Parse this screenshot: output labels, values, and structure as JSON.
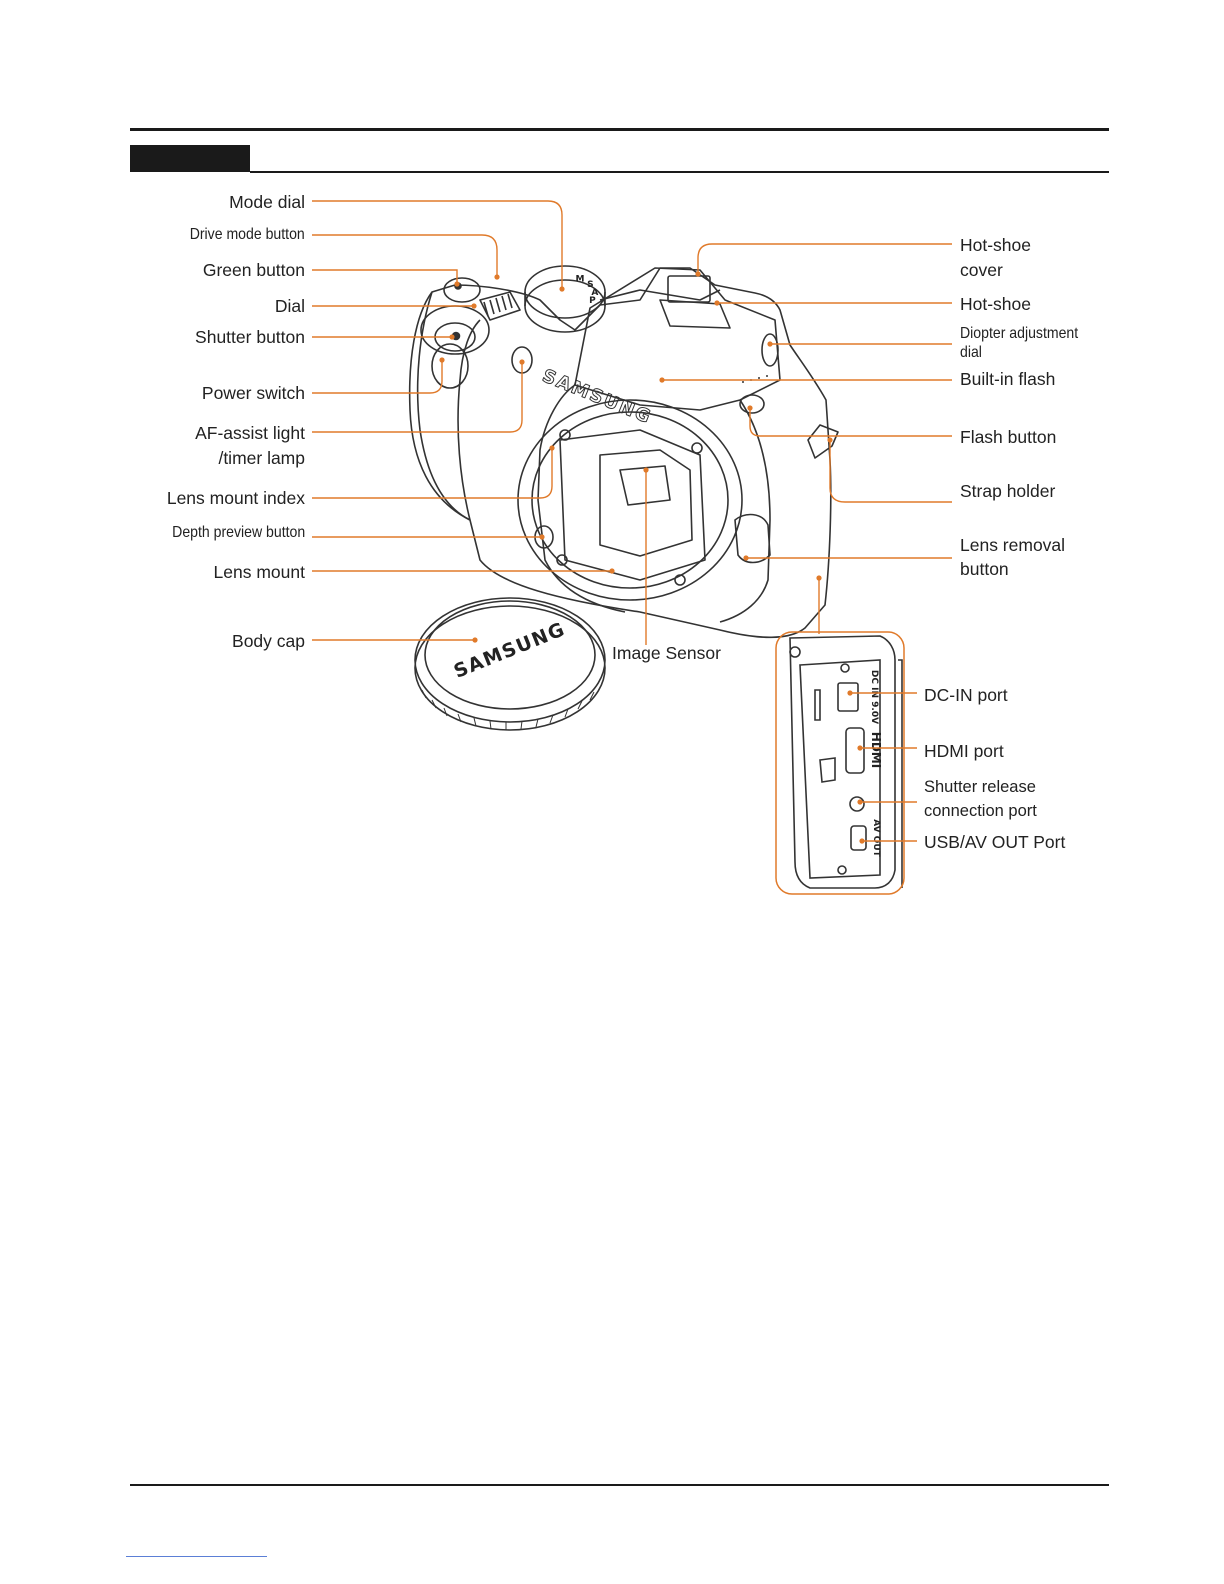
{
  "labels": {
    "mode_dial": "Mode dial",
    "drive_mode_button": "Drive mode button",
    "green_button": "Green button",
    "dial": "Dial",
    "shutter_button": "Shutter button",
    "power_switch": "Power switch",
    "af_assist_1": "AF-assist light",
    "af_assist_2": "/timer lamp",
    "lens_mount_index": "Lens mount index",
    "depth_preview_button": "Depth preview button",
    "lens_mount": "Lens mount",
    "body_cap": "Body cap",
    "image_sensor": "Image Sensor",
    "hot_shoe_cover_1": "Hot-shoe",
    "hot_shoe_cover_2": "cover",
    "hot_shoe": "Hot-shoe",
    "diopter_1": "Diopter adjustment",
    "diopter_2": "dial",
    "built_in_flash": "Built-in flash",
    "flash_button": "Flash button",
    "strap_holder": "Strap holder",
    "lens_removal_1": "Lens removal",
    "lens_removal_2": "button",
    "dc_in_port": "DC-IN port",
    "hdmi_port": "HDMI port",
    "shutter_release_1": "Shutter release",
    "shutter_release_2": "connection port",
    "usb_av_out_port": "USB/AV OUT Port"
  },
  "camera_markings": {
    "brand": "SAMSUNG",
    "cap_brand": "SAMSUNG",
    "dc_in": "DC IN 9.0V",
    "hdmi": "HDMI",
    "av_out": "AV OUT",
    "dial_letters": [
      "M",
      "S",
      "A",
      "P"
    ]
  },
  "colors": {
    "leader": "#e07a2a",
    "outline": "#333333",
    "rule": "#1a1a1a",
    "link": "#5b7fd6"
  }
}
